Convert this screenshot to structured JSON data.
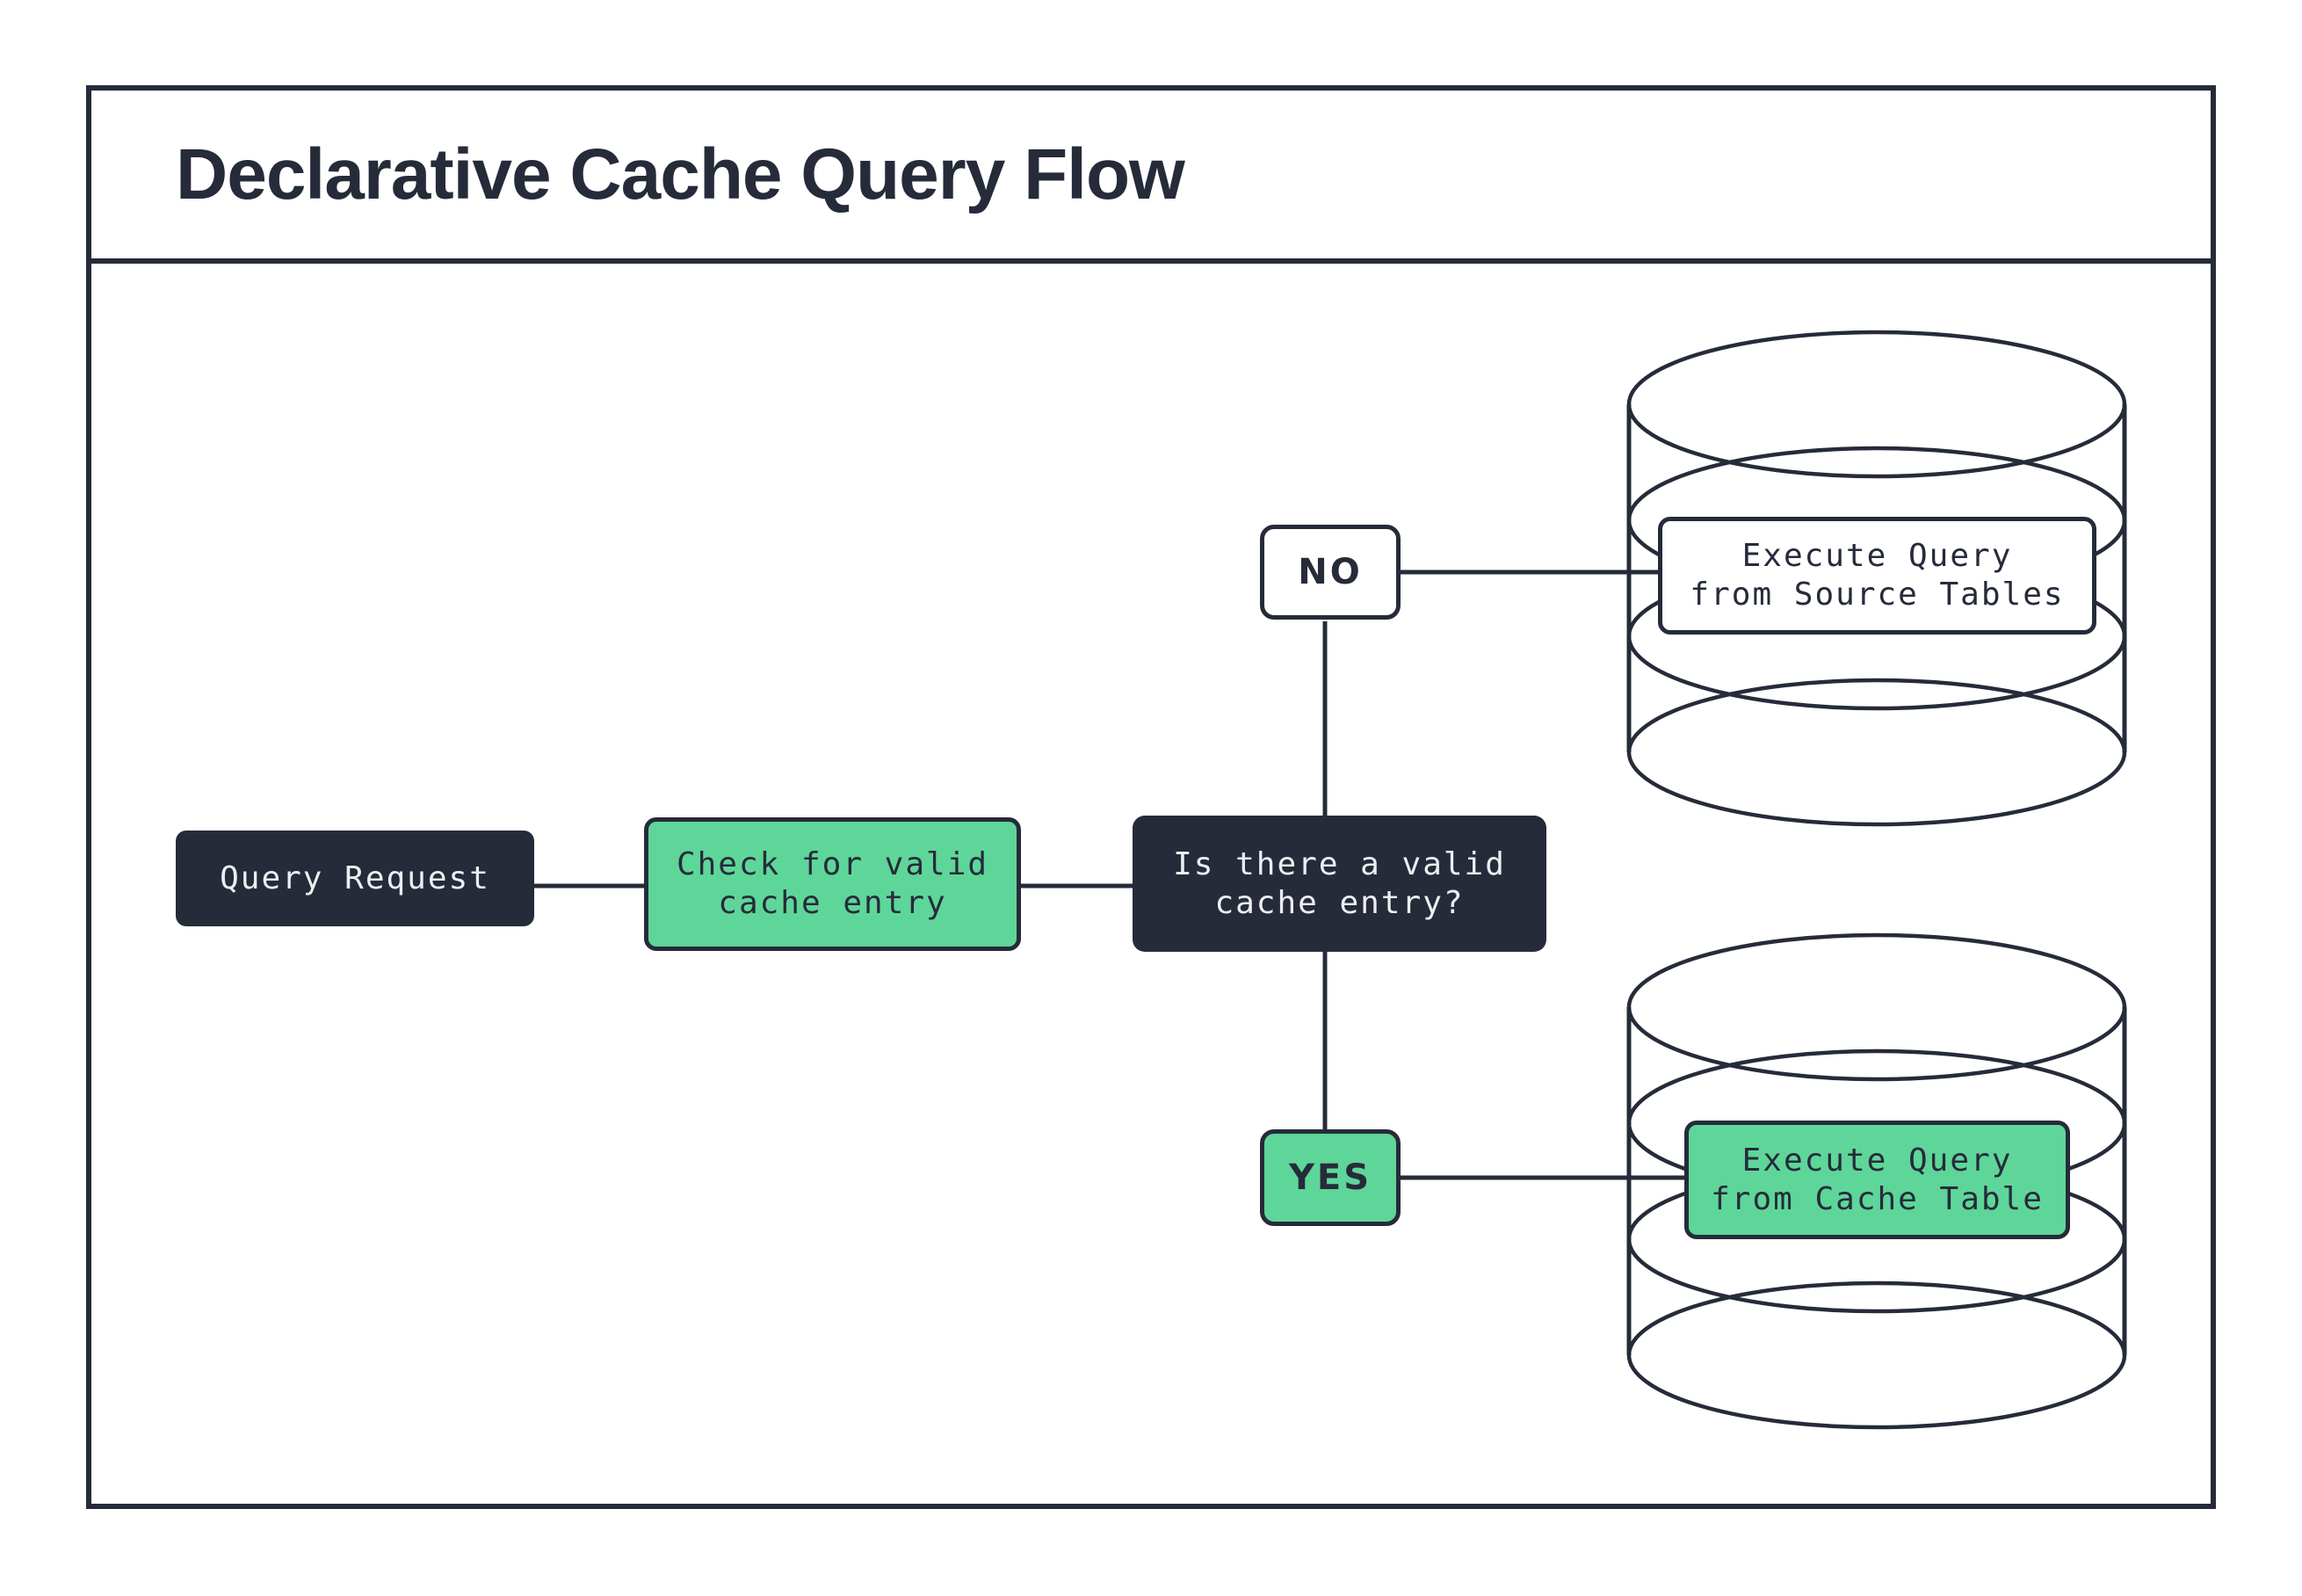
{
  "colors": {
    "ink": "#262b3a",
    "green": "#5ed699",
    "paper": "#ffffff",
    "light": "#eceef0"
  },
  "header": {
    "title": "Declarative Cache Query Flow"
  },
  "flow": {
    "start": {
      "label": "Query Request"
    },
    "check": {
      "label": "Check for valid\ncache entry"
    },
    "decision": {
      "label": "Is there a valid\ncache entry?"
    },
    "no": {
      "label": "NO",
      "target": {
        "label": "Execute Query\nfrom Source Tables",
        "icon": "database-cylinder-icon"
      }
    },
    "yes": {
      "label": "YES",
      "target": {
        "label": "Execute Query\nfrom Cache Table",
        "icon": "database-cylinder-icon"
      }
    }
  }
}
